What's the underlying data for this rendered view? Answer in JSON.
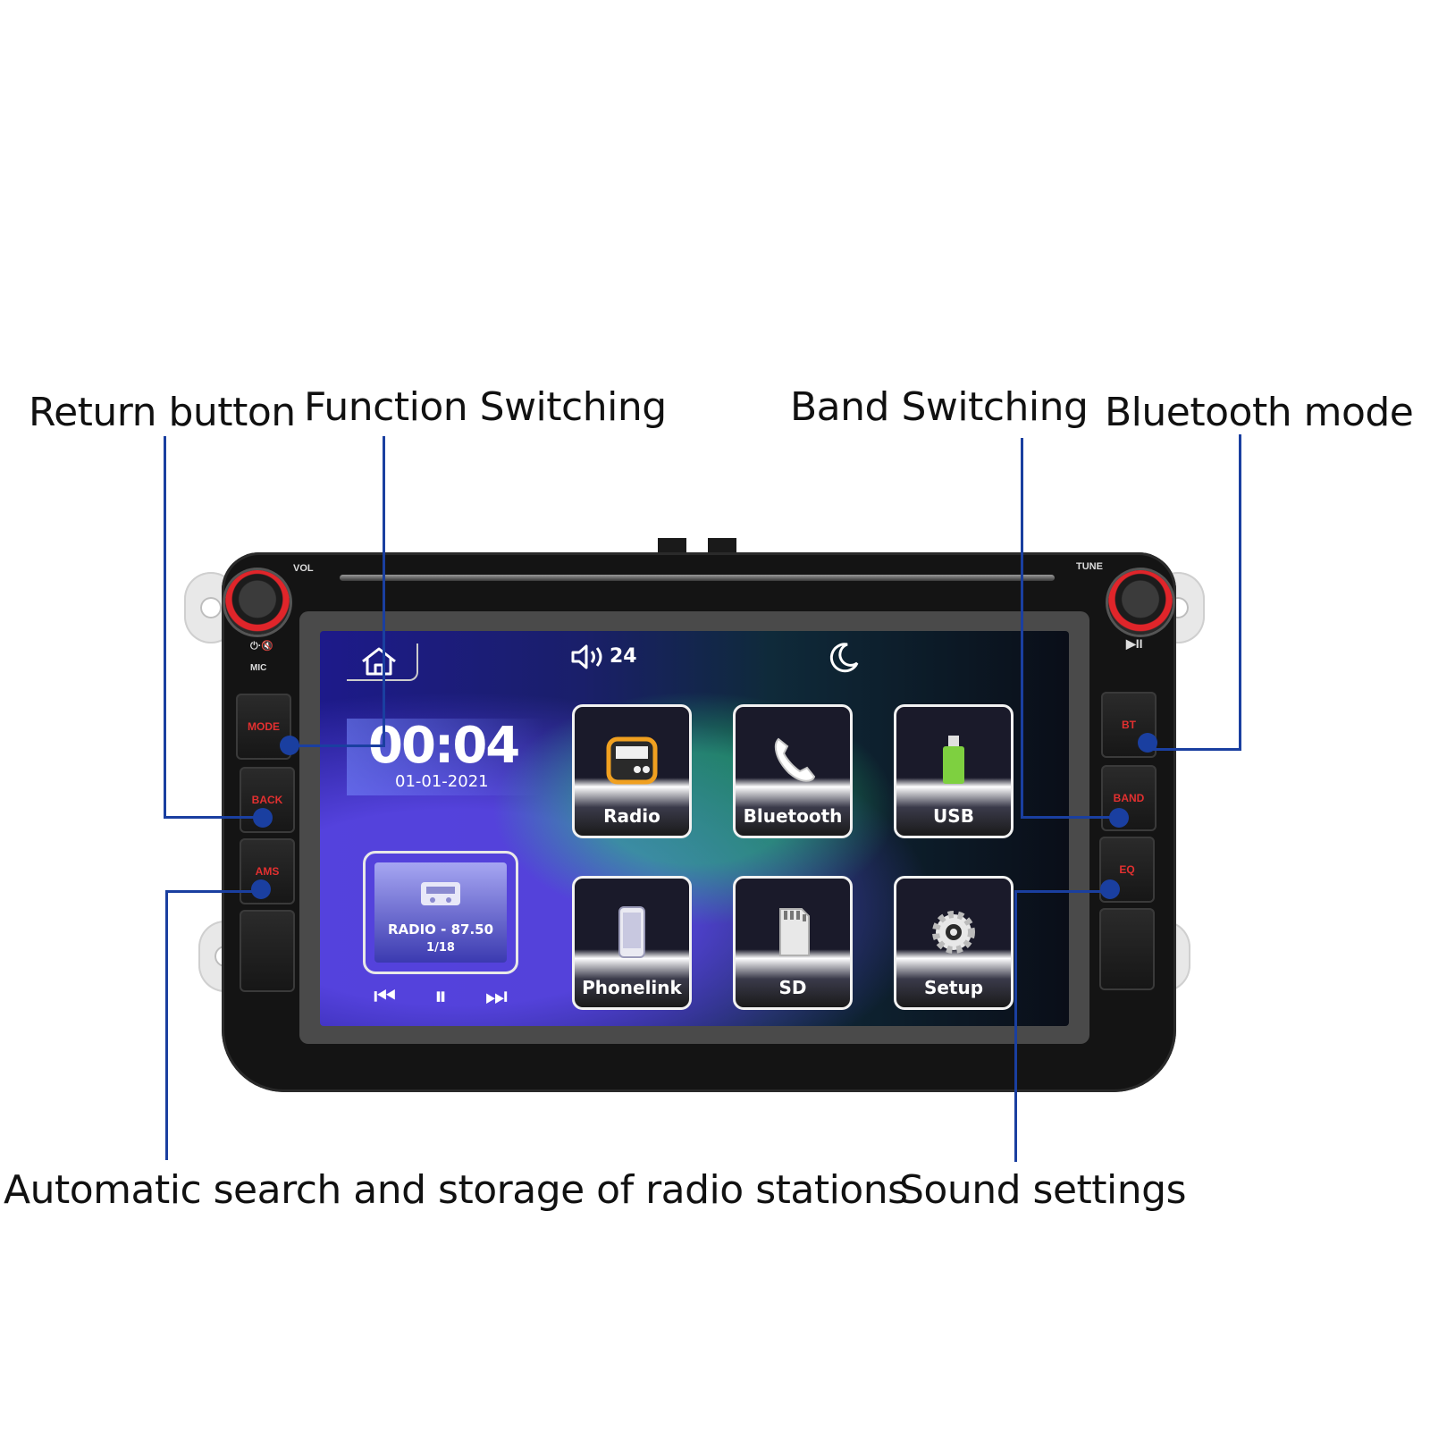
{
  "callouts": {
    "return_button": "Return button",
    "function_switching": "Function Switching",
    "band_switching": "Band Switching",
    "bluetooth_mode": "Bluetooth mode",
    "auto_search": "Automatic search and storage of radio stations",
    "sound_settings": "Sound settings"
  },
  "device": {
    "vol_label": "VOL",
    "tune_label": "TUNE",
    "mic_label": "MIC",
    "power_mute_label": "⏻·🔇",
    "play_pause_label": "▶II",
    "buttons_left": [
      "MODE",
      "BACK",
      "AMS"
    ],
    "buttons_right": [
      "BT",
      "BAND",
      "EQ"
    ]
  },
  "screen": {
    "volume": "24",
    "time": "00:04",
    "date": "01-01-2021",
    "radio_card": {
      "station": "RADIO - 87.50",
      "index": "1/18"
    },
    "tiles": [
      "Radio",
      "Bluetooth",
      "USB",
      "Phonelink",
      "SD",
      "Setup"
    ]
  },
  "colors": {
    "leader": "#1a3fa0",
    "button_text": "#e33030",
    "knob_ring": "#e0252a"
  }
}
